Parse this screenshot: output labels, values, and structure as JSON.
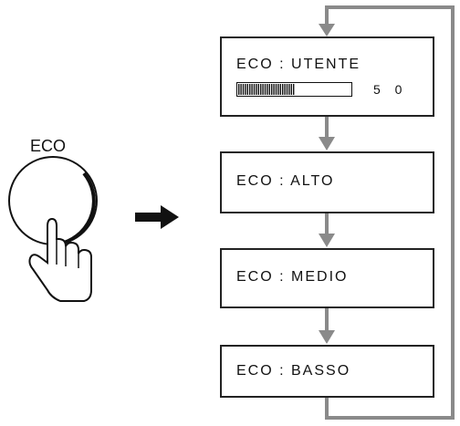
{
  "button": {
    "label": "ECO",
    "icon": "hand-press-icon"
  },
  "arrow": {
    "icon": "right-arrow-icon"
  },
  "modes": [
    {
      "label": "ECO : UTENTE",
      "level_value": "5 0",
      "level_fraction": 0.5
    },
    {
      "label": "ECO : ALTO"
    },
    {
      "label": "ECO : MEDIO"
    },
    {
      "label": "ECO : BASSO"
    }
  ],
  "colors": {
    "flow_line": "#8a8a8a",
    "panel_border": "#222222"
  }
}
